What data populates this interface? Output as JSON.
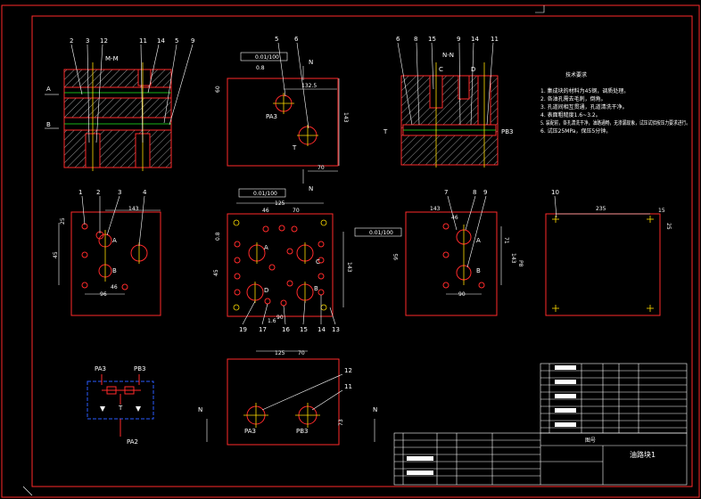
{
  "views": {
    "section_am": {
      "cut_label": "M-M",
      "side_a": "A",
      "side_b": "B",
      "leaders": [
        "2",
        "3",
        "12",
        "11",
        "14",
        "5",
        "9"
      ]
    },
    "front": {
      "leaders": [
        "5",
        "6"
      ],
      "tolerance": "0.01/100",
      "datum": "N",
      "port_pa": "PA3",
      "port_t": "T",
      "dims": [
        "0.8",
        "60",
        "132.5",
        "143",
        "70"
      ]
    },
    "section_nn": {
      "cut_label": "N-N",
      "port_t": "T",
      "port_pb": "PB3",
      "letter_c": "C",
      "letter_d": "D",
      "leaders": [
        "6",
        "8",
        "15",
        "9",
        "14",
        "11"
      ]
    },
    "tech_notes": {
      "title": "技术要求",
      "items": [
        "1. 集成块的材料为45钢，调质处理。",
        "2. 各油孔需去毛刺，倒角。",
        "3. 孔道间相互贯通，孔道清洗干净。",
        "4. 表面粗糙度1.6~3.2。",
        "5. 装配前，各孔清洗干净，油路通畅，无渗漏现象，试压试验按压力要求进行。",
        "6. 试压25MPa，保压5分钟。"
      ]
    },
    "left_side": {
      "leaders": [
        "1",
        "2",
        "3",
        "4"
      ],
      "letters": [
        "A",
        "B"
      ],
      "dims": [
        "143",
        "25",
        "45",
        "96",
        "46"
      ]
    },
    "top": {
      "tolerance": "0.01/100",
      "tolerance2": "0.01/100",
      "dims": [
        "125",
        "70",
        "46",
        "45",
        "0.8",
        "90",
        "143",
        "1.6"
      ],
      "letters": [
        "A",
        "B",
        "C",
        "D"
      ],
      "bottom_leaders": [
        "19",
        "17",
        "16",
        "15",
        "14",
        "13"
      ]
    },
    "right_side": {
      "leaders": [
        "7",
        "8",
        "9"
      ],
      "letters": [
        "A",
        "B"
      ],
      "dims": [
        "143",
        "46",
        "95",
        "71",
        "143",
        "P8",
        "90"
      ]
    },
    "bottom_plate": {
      "leader": "10",
      "dims": [
        "235",
        "15",
        "25"
      ]
    },
    "bottom_front": {
      "leaders": [
        "12",
        "11"
      ],
      "ports": [
        "PA3",
        "PB3"
      ],
      "dims": [
        "125",
        "70",
        "73"
      ],
      "datum": "N"
    },
    "schematic": {
      "labels": [
        "PA3",
        "PB3",
        "T",
        "PA2"
      ]
    },
    "title_block": {
      "drawing_title": "油路块1",
      "part_label": "图号"
    }
  }
}
